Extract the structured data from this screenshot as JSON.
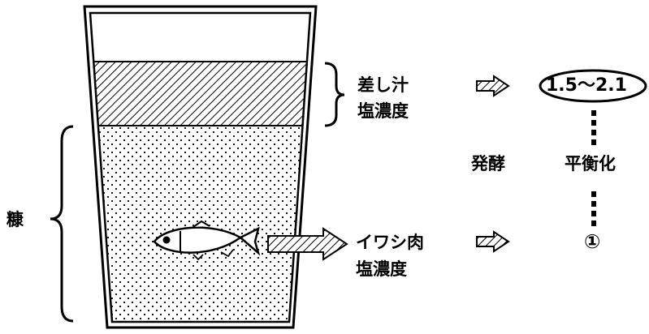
{
  "labels": {
    "rice_bran": "糠",
    "sashijiru": "差し汁",
    "salt_conc_top": "塩濃度",
    "fermentation": "発酵",
    "equilibration": "平衡化",
    "sardine_meat": "イワシ肉",
    "salt_conc_bottom": "塩濃度",
    "top_value": "1.5～2.1",
    "bottom_marker": "①"
  },
  "colors": {
    "line": "#000000",
    "background": "#ffffff"
  },
  "icons": {
    "arrow": "hatched-right-arrow-icon",
    "fish": "sardine-fish-icon"
  }
}
